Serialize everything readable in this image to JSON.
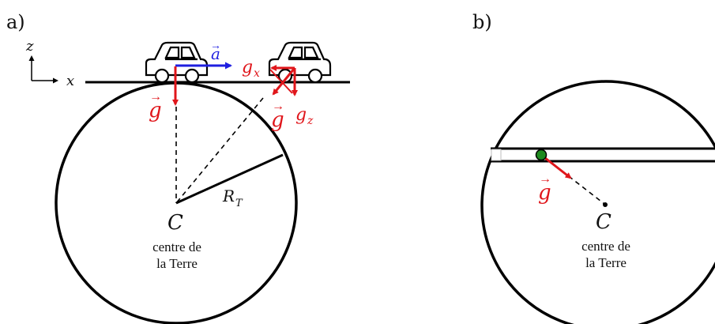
{
  "panel_a": {
    "label": "a)",
    "axis_z": "z",
    "axis_x": "x",
    "vec_a": "a",
    "vec_g": "g",
    "vec_g_tilted": "g",
    "gx_main": "g",
    "gx_sub": "x",
    "gz_main": "g",
    "gz_sub": "z",
    "radius_main": "R",
    "radius_sub": "T",
    "center": "C",
    "center_caption_1": "centre de",
    "center_caption_2": "la Terre"
  },
  "panel_b": {
    "label": "b)",
    "vec_g": "g",
    "center": "C",
    "center_caption_1": "centre de",
    "center_caption_2": "la Terre"
  },
  "colors": {
    "gravity": "#e0161b",
    "acceleration": "#1f1fe0",
    "ball": "#1e8a1e",
    "outline": "#000000"
  }
}
